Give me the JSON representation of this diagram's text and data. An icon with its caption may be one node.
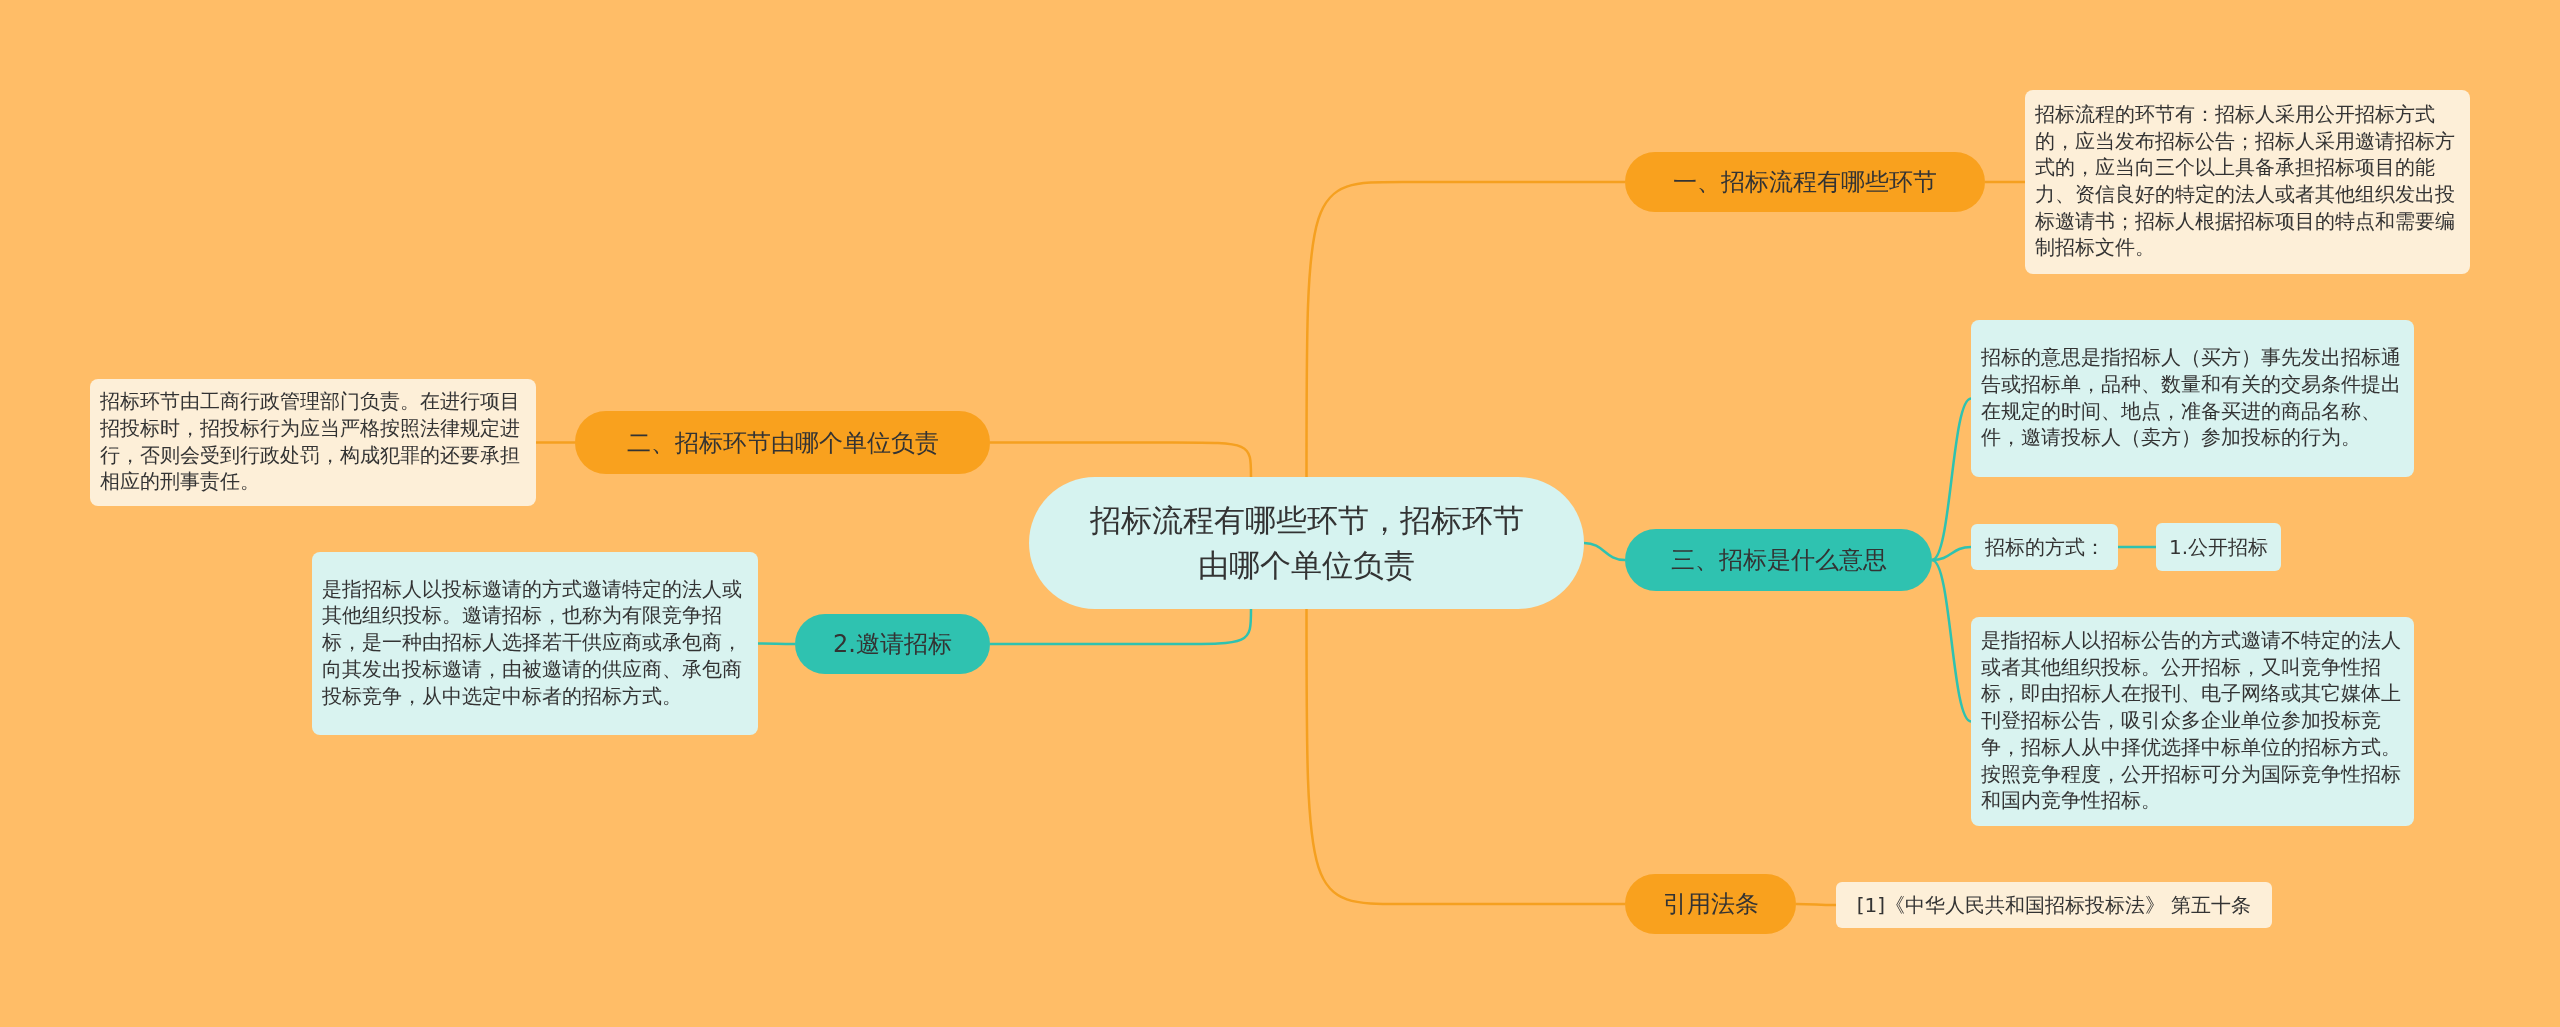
{
  "diagram": {
    "nodes": [
      {
        "text": [
          "招标流程有哪些环节，招标环节由哪个单位负责"
        ]
      },
      {
        "text": [
          "一、招标流程有哪些环节"
        ]
      },
      {
        "text": [
          "招标流程的环节有：招标人采用公开招标方式的，应当发布招标公告；招标人采用邀请招标方式的，应当向三个以上具备承担招标项目的能力、资信良好的特定的法人或者其他组织发出投标邀请书；招标人根据招标项目的特点和需要编制招标文件。"
        ]
      },
      {
        "text": [
          "二、招标环节由哪个单位负责"
        ]
      },
      {
        "text": [
          "招标环节由工商行政管理部门负责。在进行项目招投标时，招投标行为应当严格按照法律规定进行，否则会受到行政处罚，构成犯罪的还要承担相应的刑事责任。"
        ]
      },
      {
        "text": [
          "三、招标是什么意思"
        ]
      },
      {
        "text": [
          "招标的意思是指招标人（买方）事先发出招标通告或招标单，品种、数量和有关的交易条件提出在规定的时间、地点，准备买进的商品名称、件，邀请投标人（卖方）参加投标的行为。"
        ]
      },
      {
        "text": [
          "招标的方式："
        ]
      },
      {
        "text": [
          "1.公开招标"
        ]
      },
      {
        "text": [
          "是指招标人以招标公告的方式邀请不特定的法人或者其他组织投标。公开招标，又叫竞争性招标，即由招标人在报刊、电子网络或其它媒体上刊登招标公告，吸引众多企业单位参加投标竞争，招标人从中择优选择中标单位的招标方式。按照竞争程度，公开招标可分为国际竞争性招标和国内竞争性招标。"
        ]
      },
      {
        "text": [
          "2.邀请招标"
        ]
      },
      {
        "text": [
          "是指招标人以投标邀请的方式邀请特定的法人或其他组织投标。邀请招标，也称为有限竞争招标，是一种由招标人选择若干供应商或承包商，向其发出投标邀请，由被邀请的供应商、承包商投标竞争，从中选定中标者的招标方式。"
        ]
      },
      {
        "text": [
          "引用法条"
        ]
      },
      {
        "text": [
          "[1]《中华人民共和国招标投标法》 第五十条"
        ]
      }
    ],
    "edges": [
      {
        "from": 0,
        "to": 1,
        "arrow": "none",
        "color": "#f5a020"
      },
      {
        "from": 1,
        "to": 2,
        "arrow": "none",
        "color": "#f5a020"
      },
      {
        "from": 0,
        "to": 3,
        "arrow": "none",
        "color": "#f5a020"
      },
      {
        "from": 3,
        "to": 4,
        "arrow": "none",
        "color": "#f5a020"
      },
      {
        "from": 0,
        "to": 5,
        "arrow": "none"
      },
      {
        "from": 5,
        "to": 6,
        "arrow": "none"
      },
      {
        "from": 5,
        "to": 7,
        "arrow": "none"
      },
      {
        "from": 7,
        "to": 8,
        "arrow": "none"
      },
      {
        "from": 5,
        "to": 9,
        "arrow": "none"
      },
      {
        "from": 0,
        "to": 10,
        "arrow": "none"
      },
      {
        "from": 10,
        "to": 11,
        "arrow": "none"
      },
      {
        "from": 0,
        "to": 12,
        "arrow": "none",
        "color": "#f5a020"
      },
      {
        "from": 12,
        "to": 13,
        "arrow": "none",
        "color": "#f5a020"
      }
    ]
  }
}
